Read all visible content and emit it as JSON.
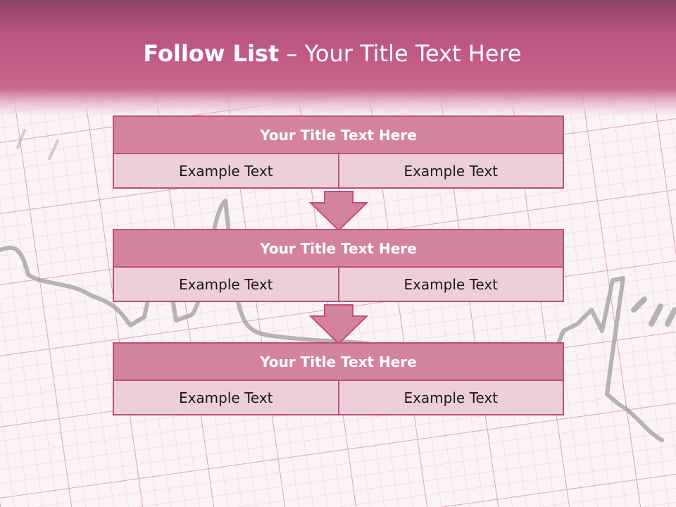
{
  "slide": {
    "title_bold": "Follow List",
    "title_rest": " – Your Title Text Here"
  },
  "blocks": [
    {
      "title": "Your Title Text Here",
      "left": "Example Text",
      "right": "Example Text"
    },
    {
      "title": "Your Title Text Here",
      "left": "Example Text",
      "right": "Example Text"
    },
    {
      "title": "Your Title Text Here",
      "left": "Example Text",
      "right": "Example Text"
    }
  ],
  "colors": {
    "header": "#c65e88",
    "block_title_fill": "#d4839f",
    "block_row_fill": "#eccfdb",
    "border": "#bf4e7a",
    "ecg_grid": "#e6bfd0",
    "ecg_trace": "#9a9a9a"
  },
  "icons": {
    "connector": "down-arrow-icon",
    "background": "ecg-grid-background"
  }
}
